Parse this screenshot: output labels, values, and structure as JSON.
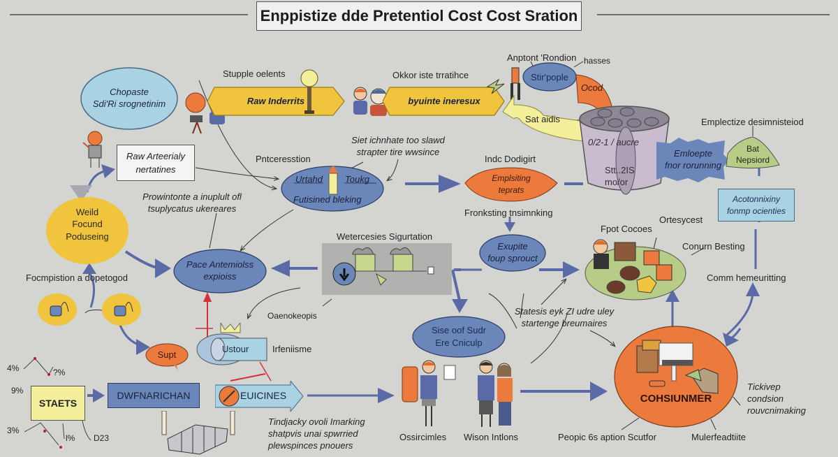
{
  "title": "Enppistize dde Pretentiol Cost Cost Sration",
  "colors": {
    "background": "#d4d5d0",
    "blue_oval": "#6b86b8",
    "light_blue": "#a9d2e3",
    "orange": "#ec7a3c",
    "yellow": "#f0c43c",
    "pale_yellow": "#f3ef9a",
    "green": "#b7cc86",
    "arrow": "#5a6aa6",
    "red": "#d3303a"
  },
  "nodes": {
    "chopaste": {
      "line1": "Chopaste",
      "line2": "Sdi'Ri srognetinim"
    },
    "stupple_label": "Stupple oelents",
    "raw_inderrits": "Raw Inderrits",
    "okkor_label": "Okkor iste trratihce",
    "byuinte": "byuinte ineresux",
    "anptont_label": "Anptont 'Rondion",
    "hasses_label": "hasses",
    "stir_people": "Stir'pople",
    "ocod": "Ocod",
    "sat_aidis": "Sat aidis",
    "cylinder": {
      "line1": "0/2-1 / aucre",
      "line2": "Stt..2IS",
      "line3": "mo/or"
    },
    "emplectize_label": "Emplectize desimnisteiod",
    "emloepte": {
      "line1": "Emloepte",
      "line2": "fnor rorunning"
    },
    "bat": {
      "line1": "Bat",
      "line2": "Nepsiord"
    },
    "accotonnixiny": {
      "line1": "Acotonnixiny",
      "line2": "fonmp ocienties"
    },
    "raw_arteerialy": {
      "line1": "Raw Arteerialy",
      "line2": "nertatines"
    },
    "pntceresstion": "Pntceresstion",
    "siet_label": {
      "line1": "Siet ichnhate too slawd",
      "line2": "strapter tire wwsince"
    },
    "urtahd": {
      "left": "Urtahd",
      "right": "Toukg",
      "bottom": "Futisined bleking"
    },
    "indc_label": "Indc Dodigirt",
    "emplsiting": {
      "line1": "Emplsiting",
      "line2": "teprats"
    },
    "fronksting": "Fronksting tnsimnking",
    "prowintonte": {
      "line1": "Prowintonte a inuplult ofl",
      "line2": "tsuplycatus ukereares"
    },
    "weild": {
      "line1": "Weild",
      "line2": "Focund",
      "line3": "Poduseing"
    },
    "wetercesies_label": "Wetercesies Sigurtation",
    "pace_antemiolss": {
      "line1": "Pace Antemiolss",
      "line2": "expioiss"
    },
    "exupite": {
      "line1": "Exupite",
      "line2": "foup sprouct"
    },
    "fpot_cocoes": "Fpot Cocoes",
    "ortesycest": "Ortesycest",
    "conurn_besting": "Conurn Besting",
    "comm_hemeuritting": "Comm hemeuritting",
    "focmpistion": "Focmpistion a dopetogod",
    "oaenokeopis": "Oaenokeopis",
    "statesis": {
      "line1": "Statesis eyk ZI udre uley",
      "line2": "startenge breumaires"
    },
    "sise_oof": {
      "line1": "Sise oof Sudr",
      "line2": "Ere Cniculp"
    },
    "supt": "Supt",
    "ustour": "Ustour",
    "irfeniisme": "Irfeniisme",
    "staets": "STAETS",
    "dwfnarichan": "DWFNARICHAN",
    "euicines": "EUICINES",
    "tindjacky": {
      "line1": "Tindjacky ovoli Imarking",
      "line2": "shatpvis unai spwrried",
      "line3": "plewspinces pnouers"
    },
    "ossircimles": "Ossircimles",
    "wison_intlons": "Wison Intlons",
    "consumer": "COHSIUNMER",
    "tickivep": {
      "line1": "Tickivep",
      "line2": "condsion",
      "line3": "rouvcnimaking"
    },
    "peopic_label": "Peopic 6s aption Scutfor",
    "mulerfeadtiite": "Mulerfeadtiite",
    "percents": {
      "p4": "4%",
      "p2": "?%",
      "p9": "9%",
      "p3": "3%",
      "pl": "l%",
      "d23": "D23"
    }
  }
}
